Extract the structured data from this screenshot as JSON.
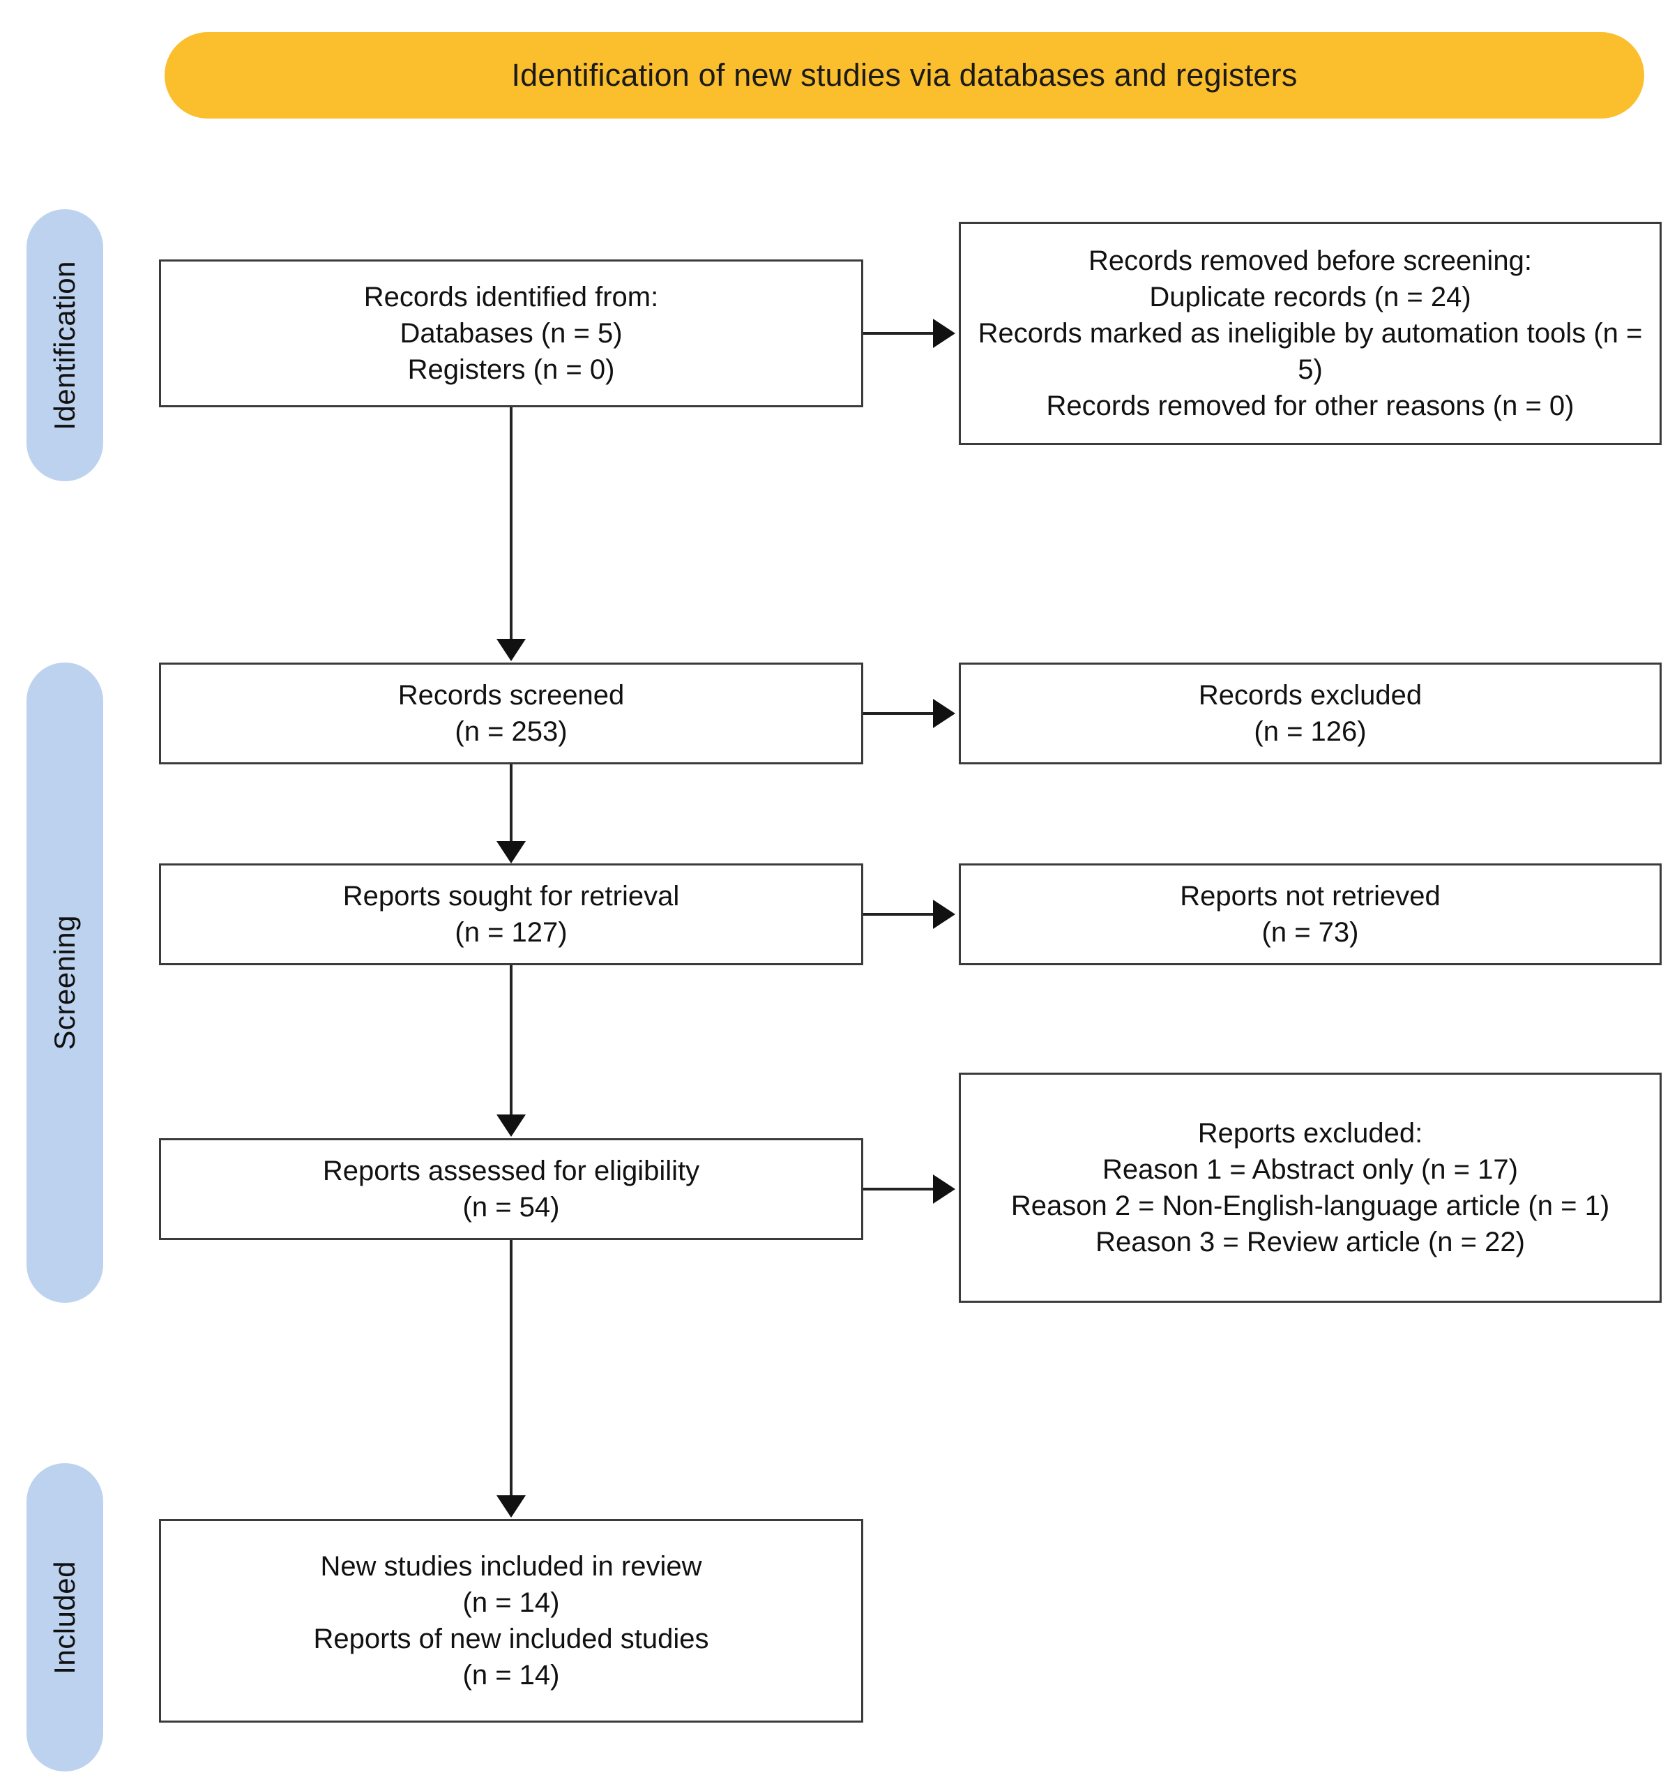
{
  "diagram": {
    "title": "Identification of new studies via databases and registers",
    "colors": {
      "banner": "#FBBE2C",
      "stage_pill": "#BDD2EE",
      "box_border": "#3b3b3b",
      "connector": "#222222",
      "text": "#111111",
      "background": "#ffffff"
    },
    "stages": [
      {
        "id": "identification",
        "label": "Identification"
      },
      {
        "id": "screening",
        "label": "Screening"
      },
      {
        "id": "included",
        "label": "Included"
      }
    ],
    "boxes": {
      "identified": {
        "lines": [
          "Records identified from:",
          "Databases (n = 5)",
          "Registers (n = 0)"
        ]
      },
      "removed": {
        "lines": [
          "Records removed before screening:",
          "Duplicate records (n = 24)",
          "Records marked as ineligible by automation tools (n = 5)",
          "Records removed for other reasons (n = 0)"
        ]
      },
      "screened": {
        "lines": [
          "Records screened",
          "(n = 253)"
        ]
      },
      "excluded": {
        "lines": [
          "Records excluded",
          "(n = 126)"
        ]
      },
      "sought": {
        "lines": [
          "Reports sought for retrieval",
          "(n = 127)"
        ]
      },
      "not_retrieved": {
        "lines": [
          "Reports not retrieved",
          "(n = 73)"
        ]
      },
      "assessed": {
        "lines": [
          "Reports assessed for eligibility",
          "(n = 54)"
        ]
      },
      "reports_excluded": {
        "lines": [
          "Reports excluded:",
          "Reason 1 = Abstract only (n = 17)",
          "Reason 2 = Non-English-language article (n = 1)",
          "Reason 3 = Review article (n = 22)"
        ]
      },
      "included": {
        "lines": [
          "New studies included in review",
          "(n = 14)",
          "Reports of new included studies",
          "(n = 14)"
        ]
      }
    },
    "flow_data": {
      "records_identified_databases": 5,
      "records_identified_registers": 0,
      "duplicate_records_removed": 24,
      "records_ineligible_automation": 5,
      "records_removed_other": 0,
      "records_screened": 253,
      "records_excluded": 126,
      "reports_sought": 127,
      "reports_not_retrieved": 73,
      "reports_assessed": 54,
      "reports_excluded_abstract_only": 17,
      "reports_excluded_non_english": 1,
      "reports_excluded_review_article": 22,
      "new_studies_included": 14,
      "reports_of_new_included_studies": 14
    }
  }
}
